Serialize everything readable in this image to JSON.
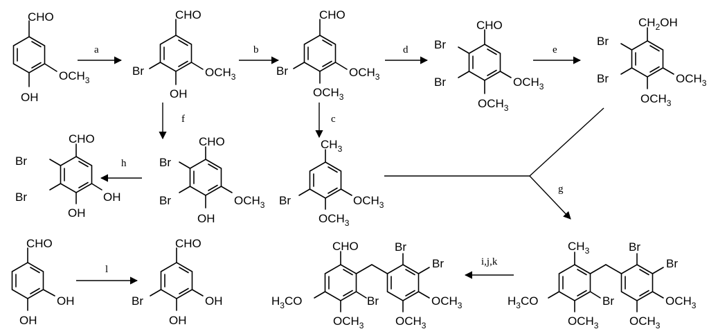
{
  "reagents": {
    "a": "a",
    "b": "b",
    "c": "c",
    "d": "d",
    "e": "e",
    "f": "f",
    "g": "g",
    "h": "h",
    "l": "l",
    "ijk": "i,j,k"
  },
  "groups": {
    "cho": "CHO",
    "ch2oh": "CH2OH",
    "oh": "OH",
    "och3": "OCH3",
    "h3co": "H3CO",
    "br": "Br",
    "ch3": "CH3"
  }
}
